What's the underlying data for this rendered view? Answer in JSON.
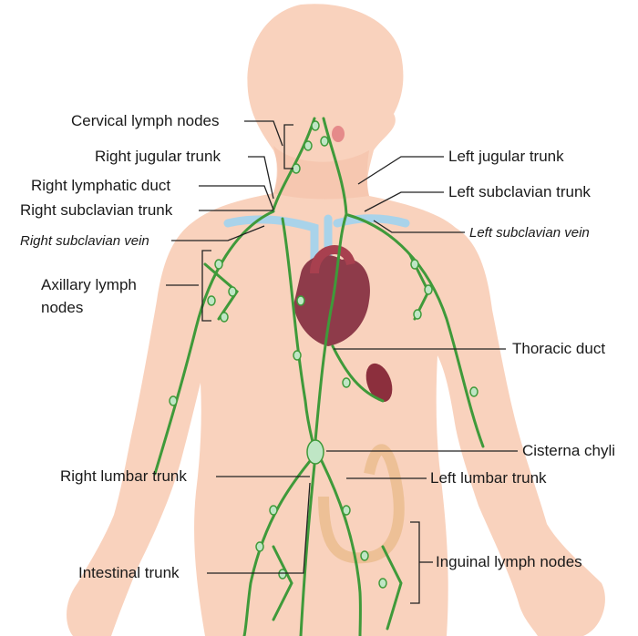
{
  "diagram": {
    "labels": {
      "cervical_lymph_nodes": "Cervical lymph nodes",
      "right_jugular_trunk": "Right jugular trunk",
      "right_lymphatic_duct": "Right lymphatic duct",
      "right_subclavian_trunk": "Right subclavian trunk",
      "right_subclavian_vein": "Right subclavian vein",
      "axillary_lymph_nodes_line1": "Axillary lymph",
      "axillary_lymph_nodes_line2": "nodes",
      "left_jugular_trunk": "Left jugular trunk",
      "left_subclavian_trunk": "Left subclavian trunk",
      "left_subclavian_vein": "Left subclavian vein",
      "thoracic_duct": "Thoracic duct",
      "cisterna_chyli": "Cisterna chyli",
      "right_lumbar_trunk": "Right lumbar trunk",
      "left_lumbar_trunk": "Left lumbar trunk",
      "intestinal_trunk": "Intestinal trunk",
      "inguinal_lymph_nodes": "Inguinal lymph nodes"
    },
    "colors": {
      "skin": "#f9d2bd",
      "skin_shade": "#f4c0a6",
      "lymph_vessel": "#3f9a3a",
      "lymph_node": "#bfe6c5",
      "vein": "#a9d3ea",
      "heart": "#8e3b4a",
      "spleen": "#8c2f3d",
      "thyroid": "#e58a8a",
      "intestine": "#e8b98a",
      "leader_line": "#222222"
    }
  }
}
